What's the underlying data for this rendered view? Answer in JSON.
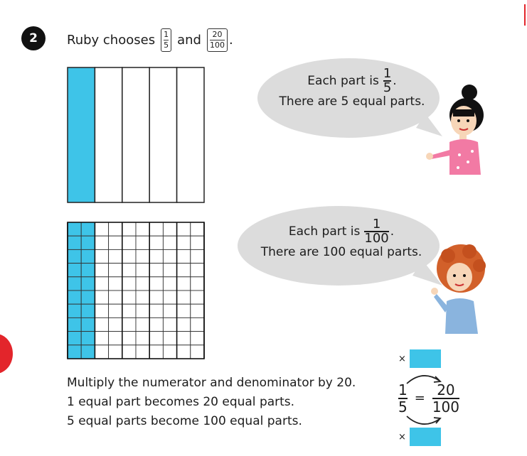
{
  "question": {
    "number": "2",
    "prefix": "Ruby chooses",
    "frac1": {
      "num": "1",
      "den": "5"
    },
    "connector": "and",
    "frac2": {
      "num": "20",
      "den": "100"
    },
    "suffix": "."
  },
  "grid_fifths": {
    "parts": 5,
    "shaded": 1
  },
  "grid_hundredths": {
    "cols": 10,
    "rows": 10,
    "shaded_cols": 2
  },
  "bubble1": {
    "line1_prefix": "Each part is",
    "frac": {
      "num": "1",
      "den": "5"
    },
    "line1_suffix": ".",
    "line2": "There are 5 equal parts."
  },
  "bubble2": {
    "line1_prefix": "Each part is",
    "frac": {
      "num": "1",
      "den": "100"
    },
    "line1_suffix": ".",
    "line2": "There are 100 equal parts."
  },
  "explanation": {
    "line1": "Multiply the numerator and denominator by 20.",
    "line2": "1 equal part becomes 20 equal parts.",
    "line3": "5 equal parts become 100 equal parts."
  },
  "equation": {
    "times_top": "×",
    "times_bottom": "×",
    "left": {
      "num": "1",
      "den": "5"
    },
    "equals": "=",
    "right": {
      "num": "20",
      "den": "100"
    }
  },
  "colors": {
    "shade": "#3ec4e8",
    "bubble": "#dcdcdc",
    "accent_red": "#e3252b"
  }
}
